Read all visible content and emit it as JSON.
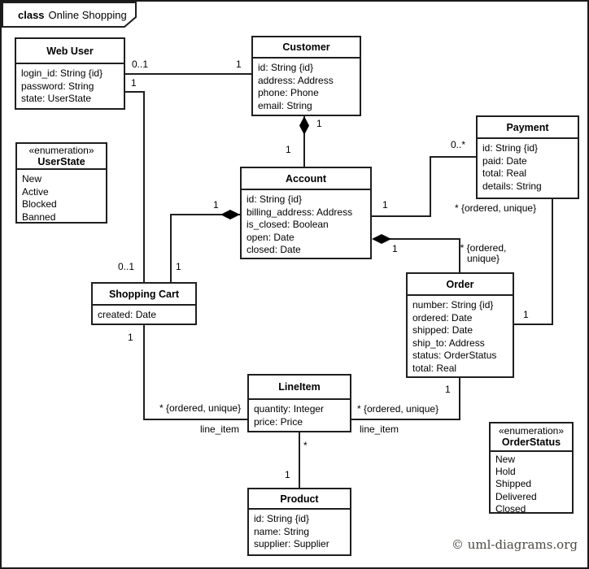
{
  "frame": {
    "keyword": "class",
    "name": "Online Shopping"
  },
  "copyright": "© uml-diagrams.org",
  "colors": {
    "line": "#1f1f1f",
    "background": "#ffffff",
    "text": "#000000",
    "copyright": "#4c4944"
  },
  "classes": {
    "web_user": {
      "name": "Web User",
      "attrs": [
        "login_id: String {id}",
        "password: String",
        "state: UserState"
      ]
    },
    "customer": {
      "name": "Customer",
      "attrs": [
        "id: String {id}",
        "address: Address",
        "phone: Phone",
        "email: String"
      ]
    },
    "payment": {
      "name": "Payment",
      "attrs": [
        "id: String {id}",
        "paid: Date",
        "total: Real",
        "details: String"
      ]
    },
    "account": {
      "name": "Account",
      "attrs": [
        "id: String {id}",
        "billing_address: Address",
        "is_closed: Boolean",
        "open: Date",
        "closed: Date"
      ]
    },
    "shopping_cart": {
      "name": "Shopping Cart",
      "attrs": [
        "created: Date"
      ]
    },
    "order": {
      "name": "Order",
      "attrs": [
        "number: String {id}",
        "ordered: Date",
        "shipped: Date",
        "ship_to: Address",
        "status: OrderStatus",
        "total: Real"
      ]
    },
    "line_item": {
      "name": "LineItem",
      "attrs": [
        "quantity: Integer",
        "price: Price"
      ]
    },
    "product": {
      "name": "Product",
      "attrs": [
        "id: String {id}",
        "name: String",
        "supplier: Supplier"
      ]
    }
  },
  "enums": {
    "user_state": {
      "stereotype": "«enumeration»",
      "name": "UserState",
      "values": [
        "New",
        "Active",
        "Blocked",
        "Banned"
      ]
    },
    "order_status": {
      "stereotype": "«enumeration»",
      "name": "OrderStatus",
      "values": [
        "New",
        "Hold",
        "Shipped",
        "Delivered",
        "Closed"
      ]
    }
  },
  "labels": {
    "webuser_customer_webuser_end": "0..1",
    "webuser_customer_customer_end": "1",
    "webuser_cart_webuser_end": "1",
    "webuser_cart_cart_end": "0..1",
    "customer_account_diamond_end": "1",
    "customer_account_account_end": "1",
    "account_cart_diamond_end": "1",
    "account_cart_cart_end": "1",
    "account_payment_account_end": "1",
    "account_payment_payment_end": "0..*",
    "account_order_diamond_end": "1",
    "account_order_mult_line1": "* {ordered,",
    "account_order_mult_line2": "unique}",
    "payment_order_payment_end": "* {ordered, unique}",
    "payment_order_order_end": "1",
    "cart_lineitem_cart_end": "1",
    "cart_lineitem_mult": "* {ordered, unique}",
    "cart_lineitem_role": "line_item",
    "order_lineitem_order_end": "1",
    "order_lineitem_mult": "* {ordered, unique}",
    "order_lineitem_role": "line_item",
    "lineitem_product_lineitem_end": "*",
    "lineitem_product_product_end": "1"
  }
}
